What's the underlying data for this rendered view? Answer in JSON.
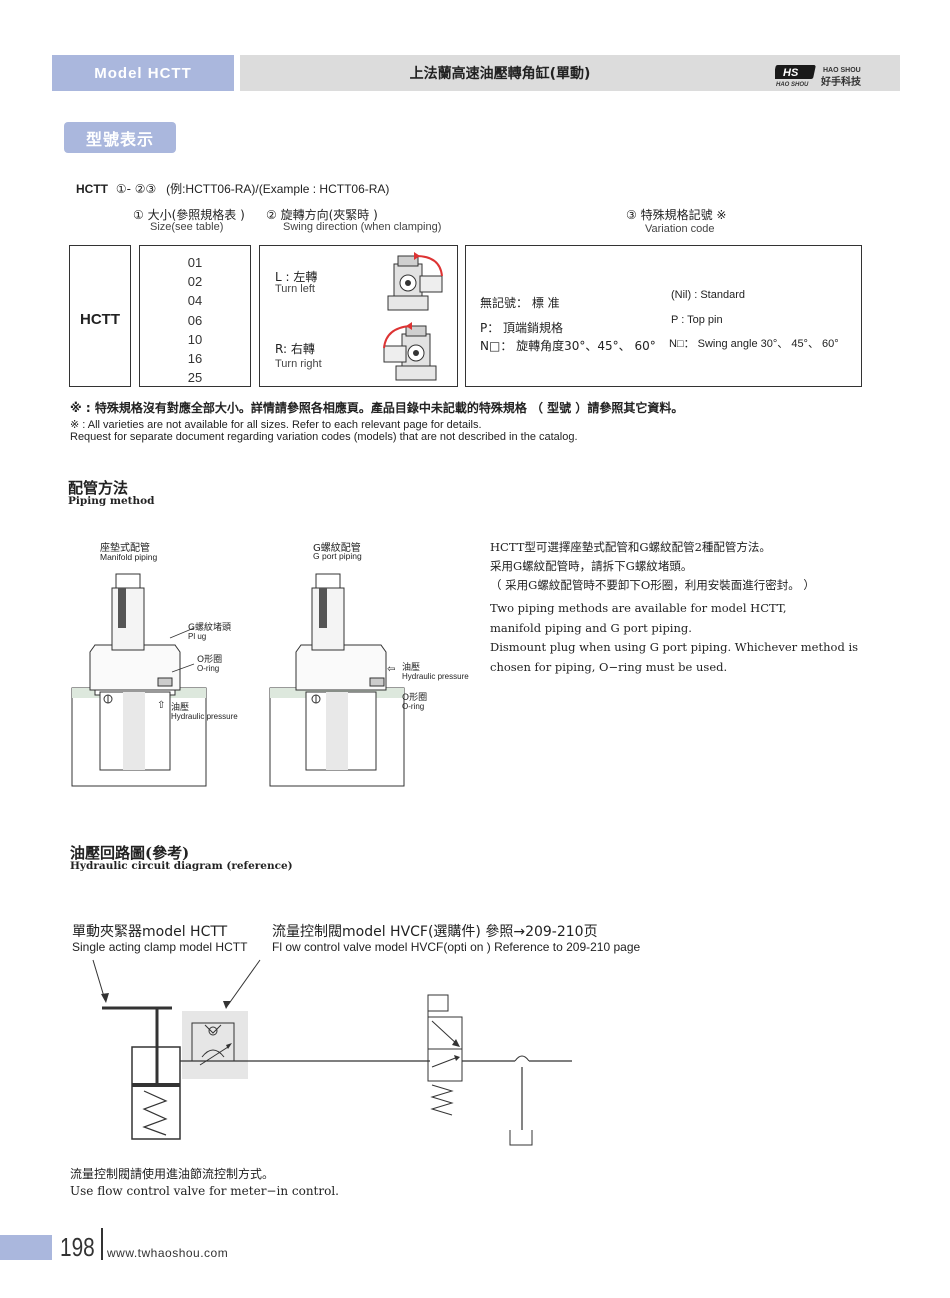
{
  "header": {
    "model": "Model HCTT",
    "title": "上法蘭高速油壓轉角缸(單動)",
    "logo_mark": "HS",
    "logo_en_top": "HAO SHOU",
    "logo_en_bottom": "HAO SHOU",
    "logo_cn": "好手科技"
  },
  "section_model": {
    "tag": "型號表示",
    "code_line_prefix": "HCTT",
    "code_line_parts": "①- ②③",
    "code_line_example": "(例:HCTT06-RA)/(Example : HCTT06-RA)",
    "col1_cn": "① 大小(參照規格表 )",
    "col1_en": "Size(see table)",
    "col2_cn": "② 旋轉方向(夾緊時 )",
    "col2_en": "Swing direction (when clamping)",
    "col3_cn": "③ 特殊規格記號 ※",
    "col3_en": "Variation code",
    "model_label": "HCTT",
    "sizes": [
      "01",
      "02",
      "04",
      "06",
      "10",
      "16",
      "25"
    ],
    "left_cn": "L : 左轉",
    "left_en": "Turn left",
    "right_cn": "R: 右轉",
    "right_en": "Turn right",
    "var_cn": [
      "無記號： 標 准",
      "P： 頂端銷規格",
      "N□： 旋轉角度30°、45°、 60°"
    ],
    "var_en": [
      "(Nil) : Standard",
      "P : Top pin",
      "N□： Swing angle 30°、 45°、 60°"
    ],
    "note_cn": "※ : 特殊規格沒有對應全部大小。詳情請參照各相應頁。產品目錄中未記載的特殊規格 （ 型號 ）請參照其它資料。",
    "note_en1": "※ : All varieties are not available for all sizes. Refer to each relevant page for details.",
    "note_en2": "Request for separate document regarding variation codes (models) that are not described in the catalog."
  },
  "section_piping": {
    "title_cn": "配管方法",
    "title_en": "Piping method",
    "manifold_cn": "座墊式配管",
    "manifold_en": "Manifold piping",
    "gport_cn": "G螺紋配管",
    "gport_en": "G port piping",
    "plug_cn": "G螺紋堵頭",
    "plug_en": "Pl ug",
    "oring_cn": "O形圈",
    "oring_en": "O-ring",
    "oil_cn": "油壓",
    "oil_en": "Hydraulic pressure",
    "oil2_cn": "油壓",
    "oil2_en": "Hydraulic pressure",
    "oring2_cn": "O形圈",
    "oring2_en": "O-ring",
    "desc_cn": [
      "HCTT型可選擇座墊式配管和G螺紋配管2種配管方法。",
      "采用G螺紋配管時，請拆下G螺紋堵頭。",
      "（ 采用G螺紋配管時不要卸下O形圈，利用安裝面進行密封。 ）"
    ],
    "desc_en": [
      "Two piping methods are available for model HCTT,",
      "manifold piping and G port piping.",
      "Dismount plug when using G port piping. Whichever method is",
      "chosen for piping, O−ring must be used."
    ]
  },
  "section_hydraulic": {
    "title_cn": "油壓回路圖(參考)",
    "title_en": "Hydraulic circuit diagram (reference)",
    "clamp_cn": "單動夾緊器model HCTT",
    "clamp_en": "Single acting clamp model HCTT",
    "valve_cn": "流量控制閥model HVCF(選購件) 參照→209-210页",
    "valve_en": "Fl ow control valve model HVCF(opti on )  Reference to 209-210 page",
    "note_cn": "流量控制閥請使用進油節流控制方式。",
    "note_en": "Use flow control valve for meter−in control."
  },
  "footer": {
    "page": "198",
    "site": "www.twhaoshou.com"
  }
}
